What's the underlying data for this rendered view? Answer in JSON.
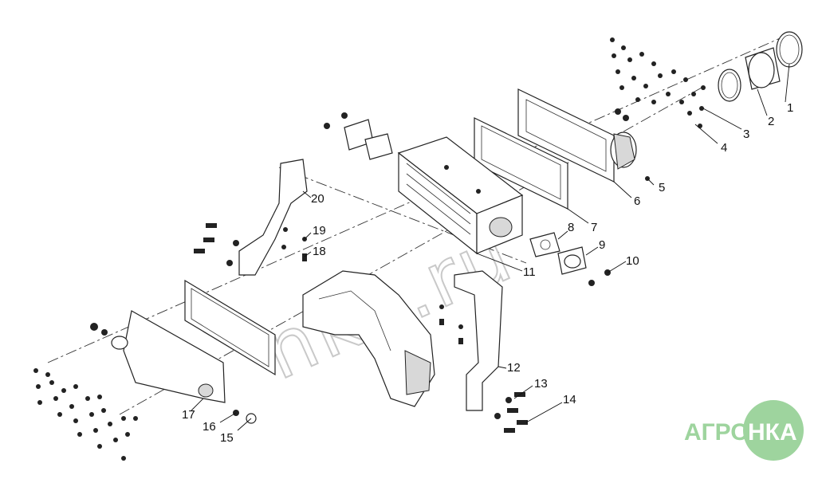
{
  "diagram": {
    "callouts": [
      "1",
      "2",
      "3",
      "4",
      "5",
      "6",
      "7",
      "8",
      "9",
      "10",
      "11",
      "12",
      "13",
      "14",
      "15",
      "16",
      "17",
      "18",
      "19",
      "20"
    ],
    "watermark": "nka.ru",
    "logo": {
      "left": "АГРО",
      "right": "НКА",
      "color": "#9ed49e"
    }
  }
}
